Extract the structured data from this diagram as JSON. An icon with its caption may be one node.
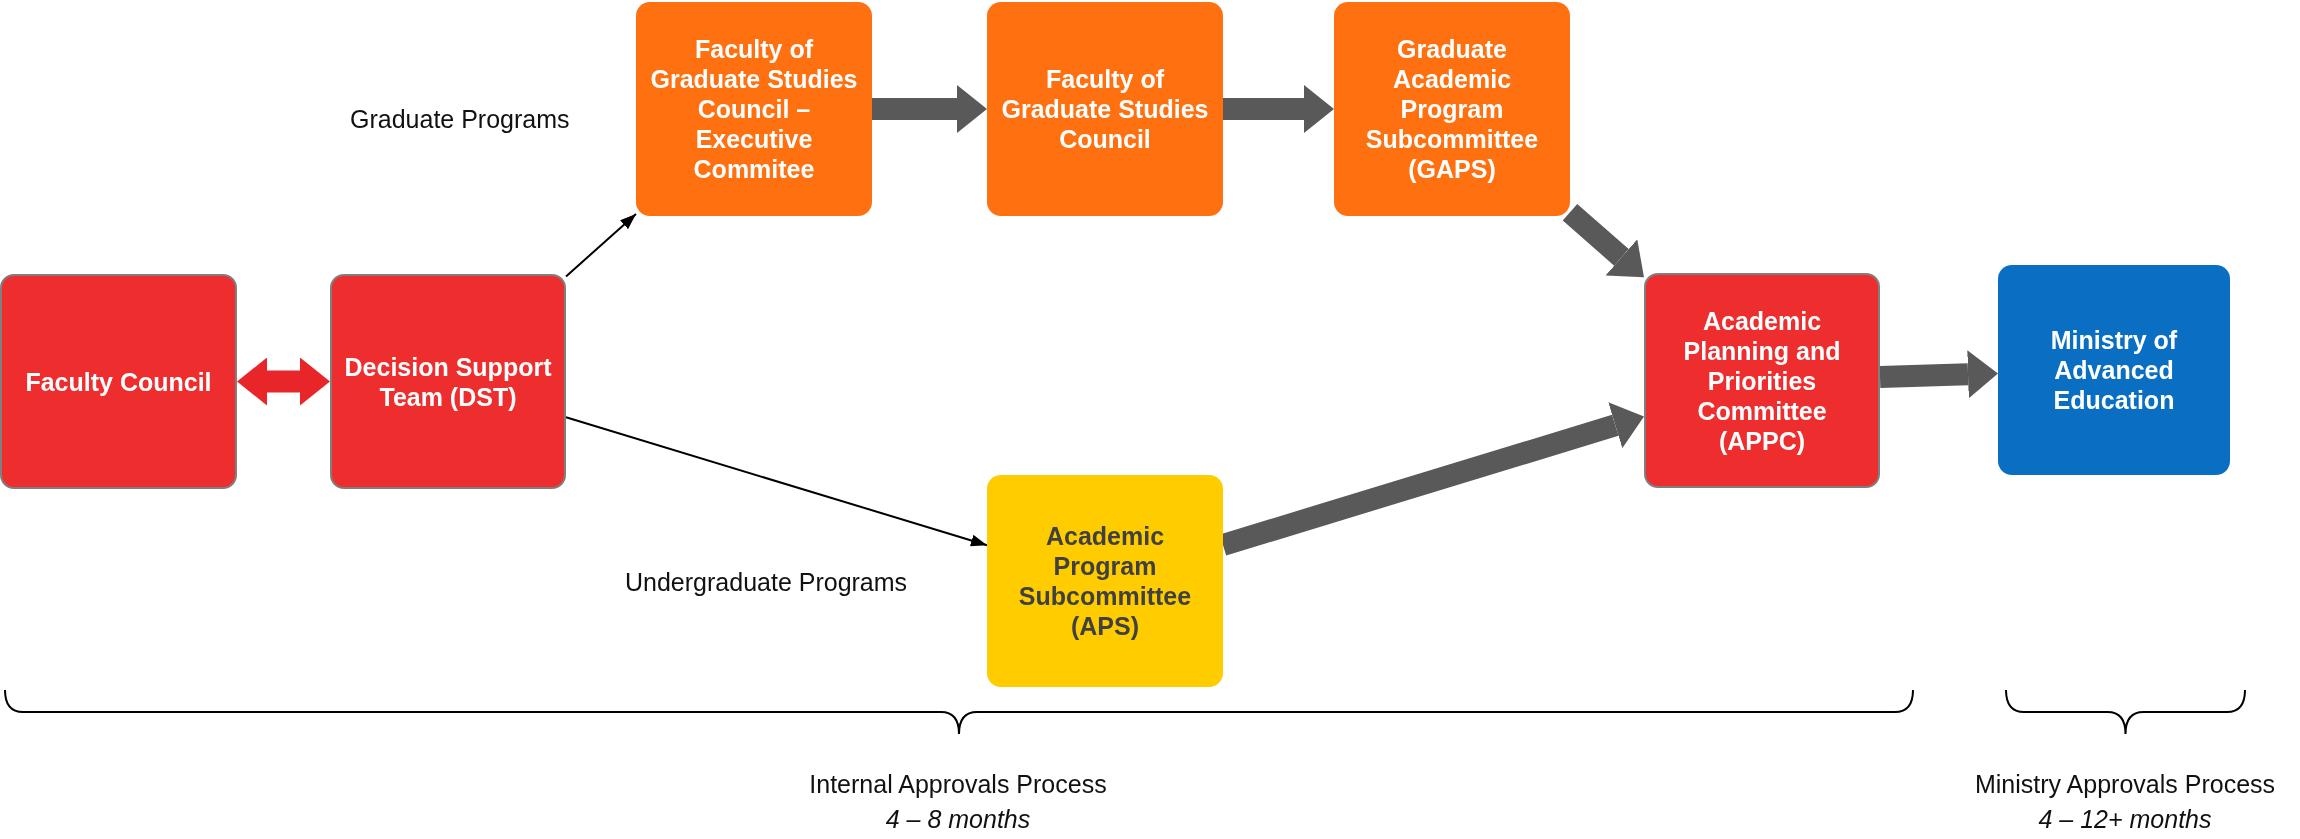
{
  "diagram": {
    "nodes": [
      {
        "text": [
          "Faculty Council"
        ]
      },
      {
        "text": [
          "Decision Support Team (DST)"
        ]
      },
      {
        "text": [
          "Faculty of Graduate Studies Council – Executive Commitee"
        ]
      },
      {
        "text": [
          "Faculty of Graduate Studies Council"
        ]
      },
      {
        "text": [
          "Graduate Academic Program Subcommittee (GAPS)"
        ]
      },
      {
        "text": [
          "Academic Program Subcommittee (APS)"
        ]
      },
      {
        "text": [
          "Academic Planning and Priorities Committee (APPC)"
        ]
      },
      {
        "text": [
          "Ministry of Advanced Education"
        ]
      }
    ],
    "edges": [
      {
        "from": 0,
        "to": 1,
        "arrow": "both",
        "color": "#e8262a"
      },
      {
        "from": 1,
        "to": 2,
        "arrow": "to",
        "label": "Graduate Programs",
        "color": "#000000"
      },
      {
        "from": 1,
        "to": 5,
        "arrow": "to",
        "label": "Undergraduate Programs",
        "color": "#000000"
      },
      {
        "from": 2,
        "to": 3,
        "arrow": "to"
      },
      {
        "from": 3,
        "to": 4,
        "arrow": "to"
      },
      {
        "from": 4,
        "to": 6,
        "arrow": "to"
      },
      {
        "from": 5,
        "to": 6,
        "arrow": "to"
      },
      {
        "from": 6,
        "to": 7,
        "arrow": "to"
      }
    ],
    "labels": [
      "Internal Approvals Process",
      "4 – 8 months",
      "Ministry Approvals Process",
      "4 – 12+ months"
    ]
  }
}
